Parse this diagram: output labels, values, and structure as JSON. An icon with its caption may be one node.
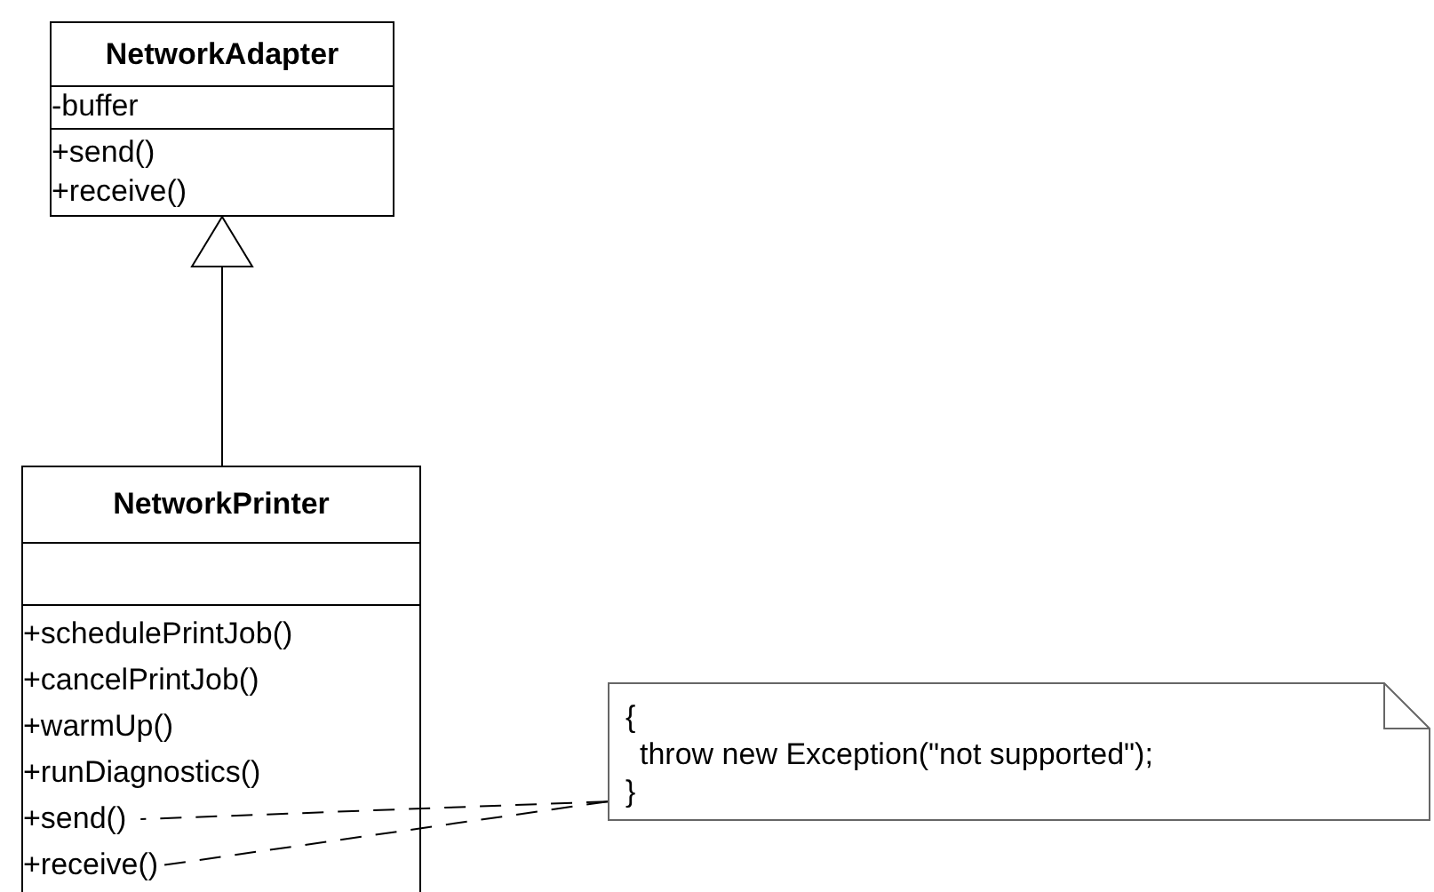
{
  "diagram": {
    "nodes": [
      {
        "text": [
          "NetworkAdapter",
          "-buffer",
          "+send()",
          "+receive()"
        ]
      },
      {
        "text": [
          "NetworkPrinter",
          "+schedulePrintJob()",
          "+cancelPrintJob()",
          "+warmUp()",
          "+runDiagnostics()"
        ]
      },
      {
        "text": [
          "+send()"
        ],
        "in": 1
      },
      {
        "text": [
          "+receive()"
        ],
        "in": 1
      },
      {
        "text": [
          "{",
          "throw new Exception(\"not supported\");",
          "}"
        ]
      }
    ],
    "edges": [
      {
        "from": 1,
        "to": 0,
        "arrow": "to"
      },
      {
        "from": 4,
        "to": 2,
        "arrow": "none",
        "style": "dashed"
      },
      {
        "from": 4,
        "to": 3,
        "arrow": "none",
        "style": "dashed"
      }
    ]
  }
}
